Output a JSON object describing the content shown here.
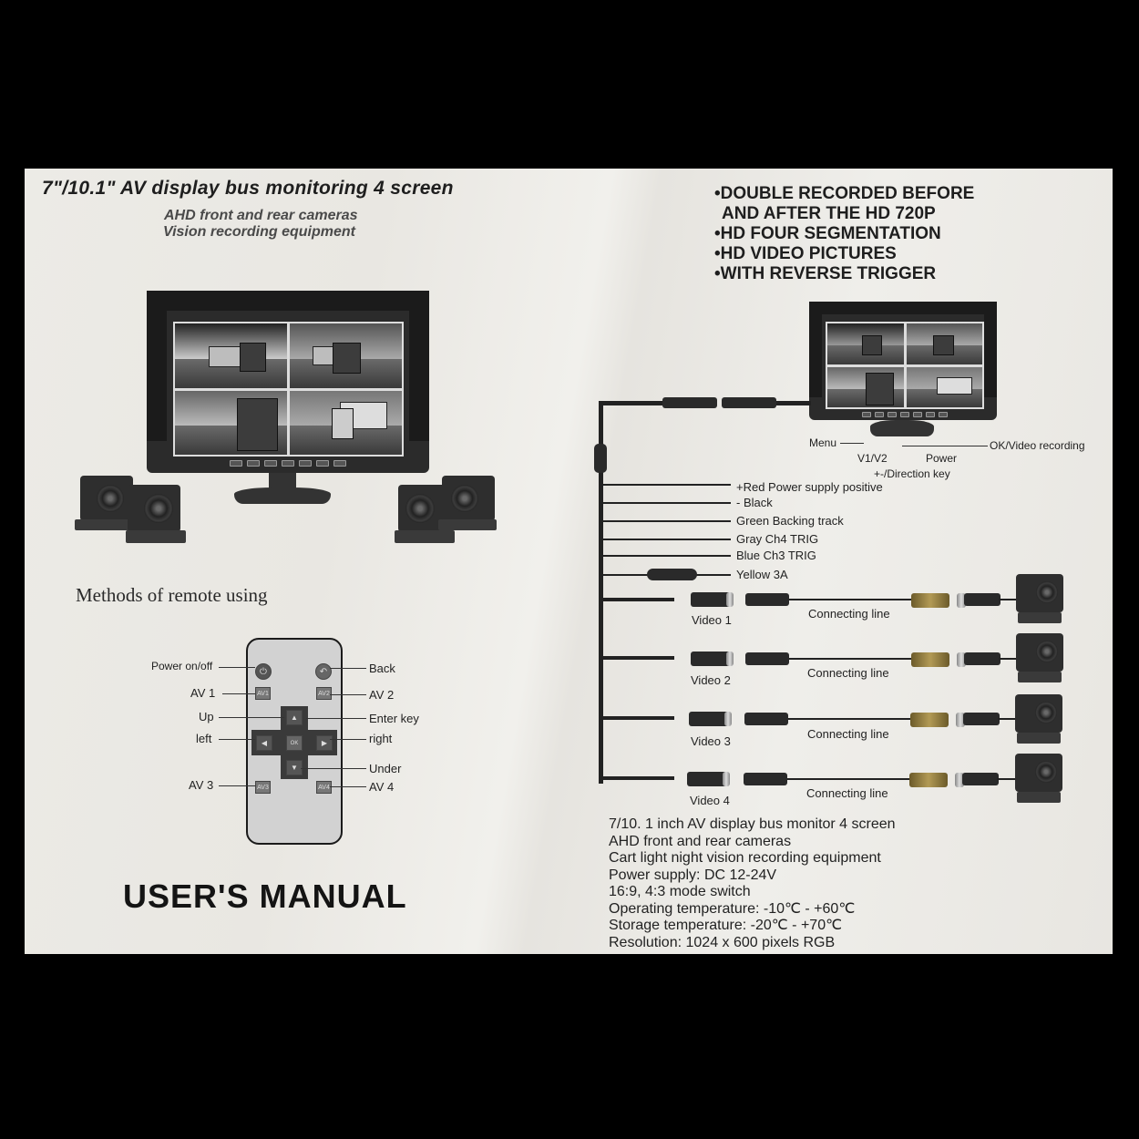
{
  "left_page": {
    "title": "7\"/10.1\" AV display bus monitoring 4 screen",
    "subtitle_1": "AHD front and rear cameras",
    "subtitle_2": "Vision recording equipment",
    "product_image": {
      "monitor": "quad-split monitor with sun hood",
      "cameras": 4
    },
    "remote_heading": "Methods of remote using",
    "remote": {
      "labels_left": [
        "Power on/off",
        "AV 1",
        "Up",
        "left",
        "AV 3"
      ],
      "labels_right": [
        "Back",
        "AV 2",
        "Enter key",
        "right",
        "Under",
        "AV 4"
      ],
      "button_glyphs": {
        "power": "⏻",
        "back": "↶",
        "av1": "AV1",
        "av2": "AV2",
        "av3": "AV3",
        "av4": "AV4",
        "up": "▲",
        "down": "▼",
        "left": "◀",
        "right": "▶",
        "ok": "OK"
      }
    },
    "footer_title": "USER'S MANUAL"
  },
  "right_page": {
    "features": [
      "•DOUBLE RECORDED BEFORE",
      " AND AFTER THE HD 720P",
      "•HD FOUR SEGMENTATION",
      "•HD VIDEO PICTURES",
      "•WITH REVERSE TRIGGER"
    ],
    "monitor_callouts": {
      "menu": "Menu",
      "v1v2": "V1/V2",
      "power": "Power",
      "ok": "OK/Video recording",
      "direction": "+-/Direction key"
    },
    "wires": [
      "+Red Power supply positive",
      "- Black",
      "Green Backing track",
      "Gray Ch4 TRIG",
      "Blue Ch3 TRIG",
      "Yellow 3A"
    ],
    "video_channels": [
      {
        "label": "Video 1",
        "line": "Connecting line"
      },
      {
        "label": "Video 2",
        "line": "Connecting line"
      },
      {
        "label": "Video 3",
        "line": "Connecting line"
      },
      {
        "label": "Video 4",
        "line": "Connecting line"
      }
    ],
    "specs": [
      "7/10. 1 inch AV display bus monitor  4 screen",
      "AHD front and rear cameras",
      "Cart light night vision recording equipment",
      "Power supply: DC 12-24V",
      "16:9, 4:3 mode switch",
      "Operating temperature: -10℃ - +60℃",
      "Storage temperature: -20℃ - +70℃",
      "Resolution: 1024 x 600 pixels RGB"
    ]
  },
  "colors": {
    "paper": "#ecebe6",
    "ink": "#222222",
    "background": "#000000"
  }
}
